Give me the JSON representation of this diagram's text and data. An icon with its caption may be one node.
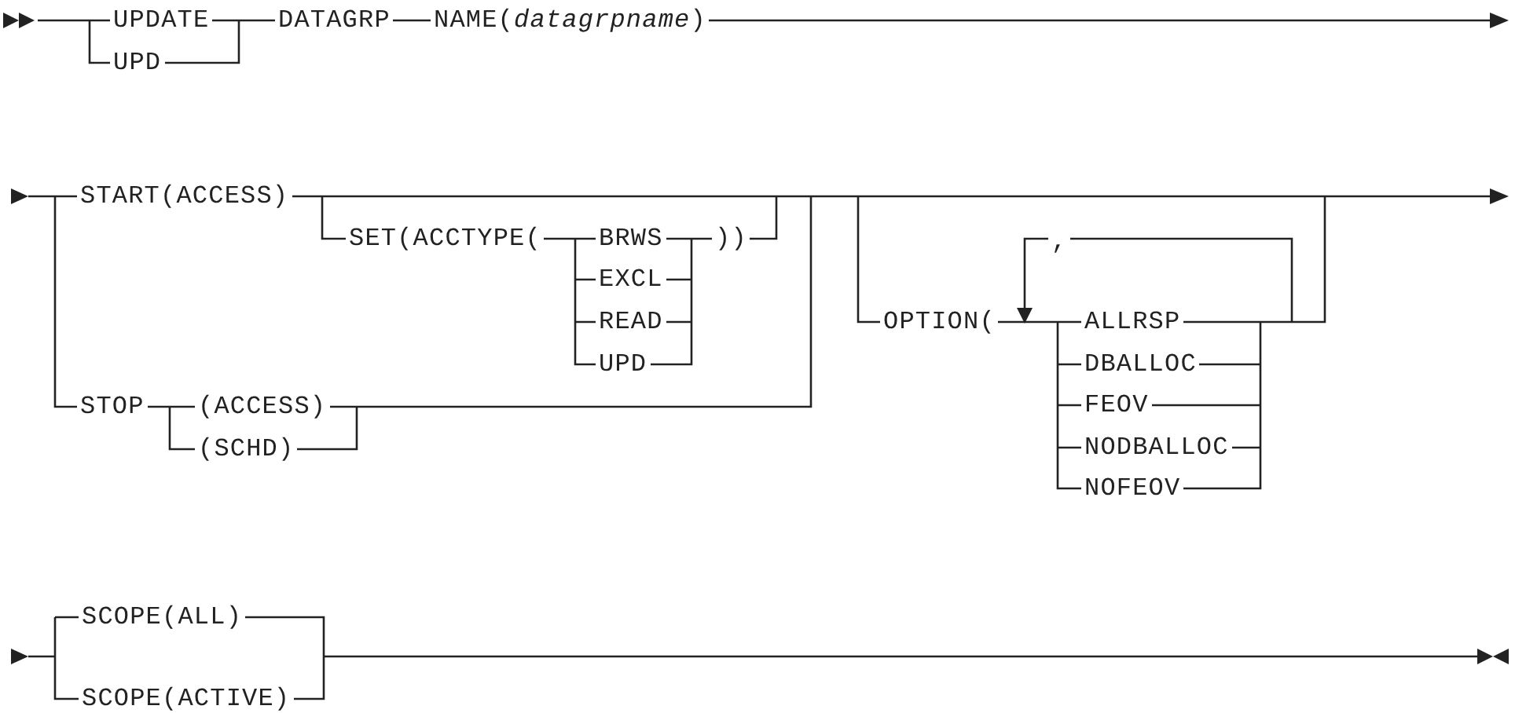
{
  "diagram": {
    "labels": [
      "UPDATE",
      "UPD",
      "DATAGRP",
      "NAME(*datagrpname*)",
      "START(ACCESS)",
      "SET(ACCTYPE(",
      "BRWS",
      "))",
      "EXCL",
      "READ",
      "UPD",
      "STOP",
      "(ACCESS)",
      "(SCHD)",
      "OPTION(",
      ",",
      "ALLRSP",
      "DBALLOC",
      "FEOV",
      "NODBALLOC",
      "NOFEOV",
      "SCOPE(ALL)",
      "SCOPE(ACTIVE)"
    ]
  }
}
